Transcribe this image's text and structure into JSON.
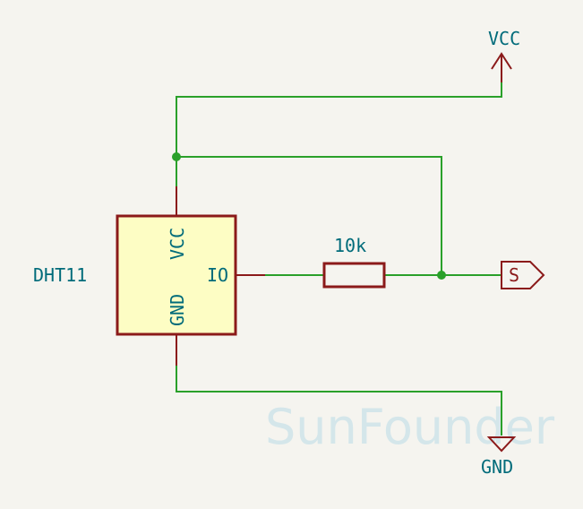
{
  "component": {
    "name": "DHT11",
    "pins": {
      "vcc": "VCC",
      "gnd": "GND",
      "io": "IO"
    },
    "color_body": "#fdfdc4",
    "color_outline": "#8b1a1a"
  },
  "resistor": {
    "value": "10k"
  },
  "power": {
    "vcc_label": "VCC",
    "gnd_label": "GND"
  },
  "signal": {
    "label": "S"
  },
  "watermark": "SunFounder",
  "colors": {
    "wire": "#2aa02a",
    "text": "#006b7a",
    "background": "#f5f4ef"
  }
}
